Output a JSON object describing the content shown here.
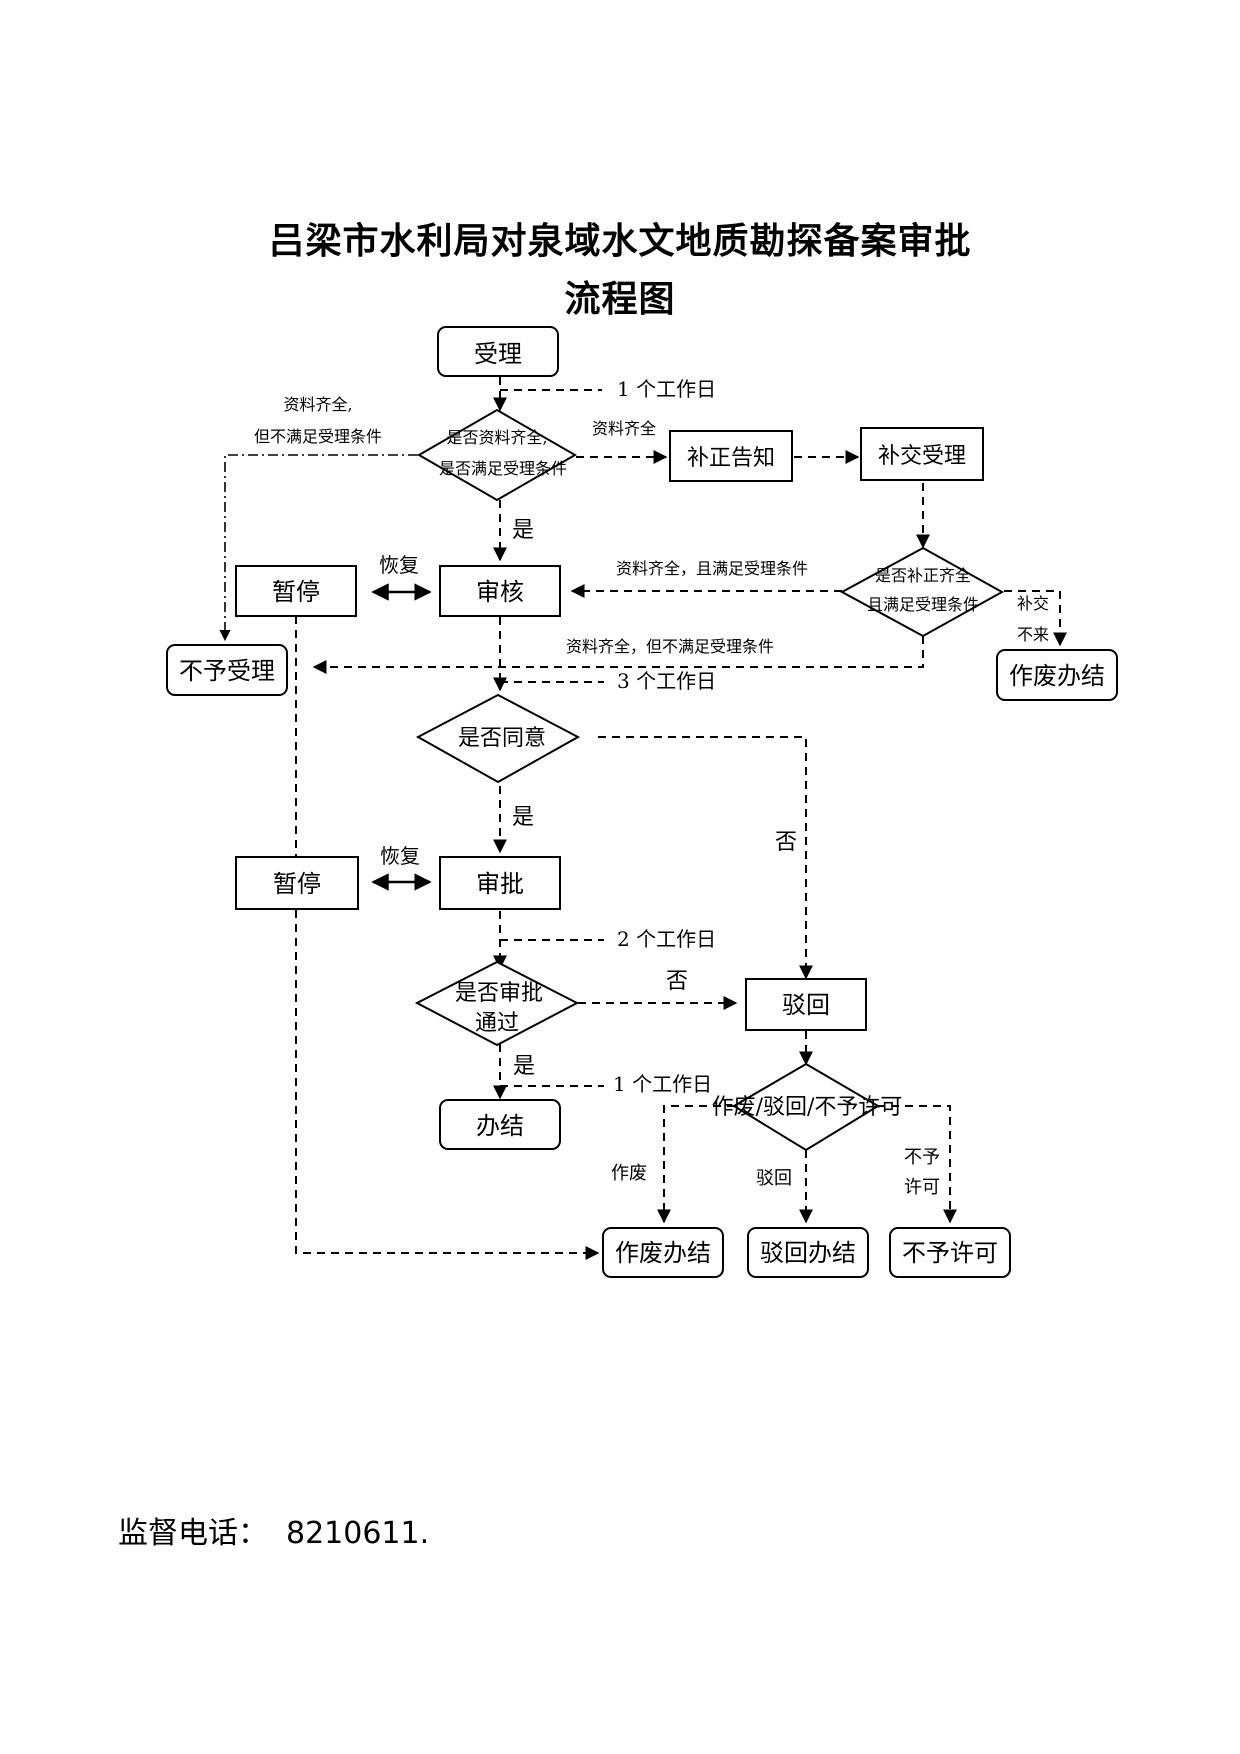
{
  "title": {
    "line1": "吕梁市水利局对泉域水文地质勘探备案审批",
    "line2": "流程图"
  },
  "nodes": {
    "accept": "受理",
    "check_complete_1": "是否资料齐全,",
    "check_complete_2": "是否满足受理条件",
    "correction_notice": "补正告知",
    "resubmit_accept": "补交受理",
    "check_corrected_1": "是否补正齐全",
    "check_corrected_2": "且满足受理条件",
    "suspend_1": "暂停",
    "review": "审核",
    "reject_accept": "不予受理",
    "void_done_1": "作废办结",
    "agree": "是否同意",
    "suspend_2": "暂停",
    "approve": "审批",
    "approved_1": "是否审批",
    "approved_2": "通过",
    "reject": "驳回",
    "done": "办结",
    "void_reject_deny": "作废/驳回/不予许可",
    "void_done_2": "作废办结",
    "reject_done": "驳回办结",
    "deny": "不予许可"
  },
  "labels": {
    "one_day_1": "1 个工作日",
    "complete_not_met_1": "资料齐全,",
    "complete_not_met_2": "但不满足受理条件",
    "complete": "资料齐全",
    "yes_1": "是",
    "resume_1": "恢复",
    "complete_met": "资料齐全，且满足受理条件",
    "resubmit_1": "补交",
    "resubmit_2": "不来",
    "complete_not_met_3": "资料齐全，但不满足受理条件",
    "three_days": "3 个工作日",
    "yes_2": "是",
    "no_1": "否",
    "resume_2": "恢复",
    "two_days": "2 个工作日",
    "no_2": "否",
    "yes_3": "是",
    "one_day_2": "1 个工作日",
    "void": "作废",
    "reject_lbl": "驳回",
    "deny_1": "不予",
    "deny_2": "许可"
  },
  "footer": {
    "hotline_label": "监督电话：",
    "hotline_number": "8210611."
  }
}
